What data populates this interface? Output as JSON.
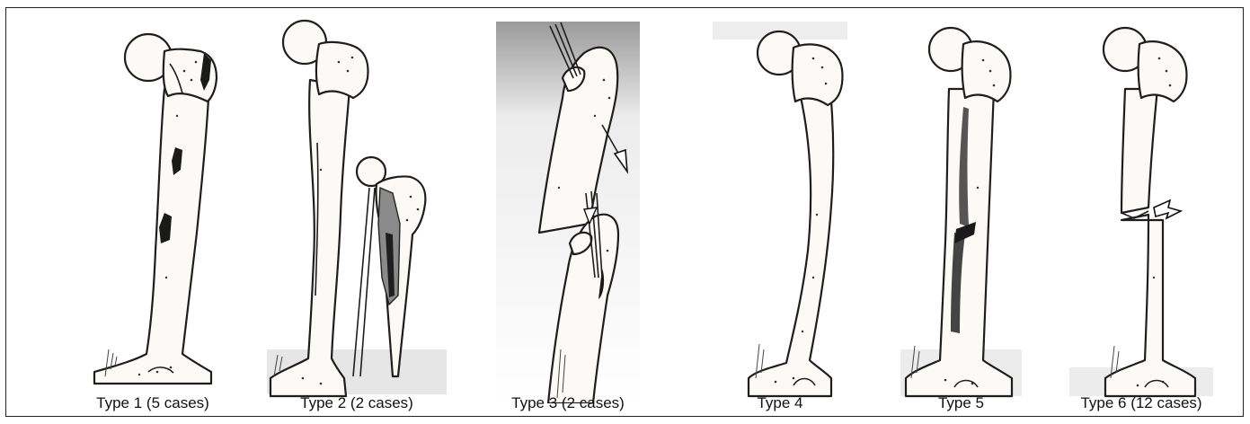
{
  "figure": {
    "panels": [
      {
        "caption": "Type 1 (5 cases)"
      },
      {
        "caption": "Type 2 (2 cases)"
      },
      {
        "caption": "Type 3 (2 cases)"
      },
      {
        "caption": "Type 4"
      },
      {
        "caption": "Type 5"
      },
      {
        "caption": "Type 6 (12 cases)"
      }
    ]
  }
}
